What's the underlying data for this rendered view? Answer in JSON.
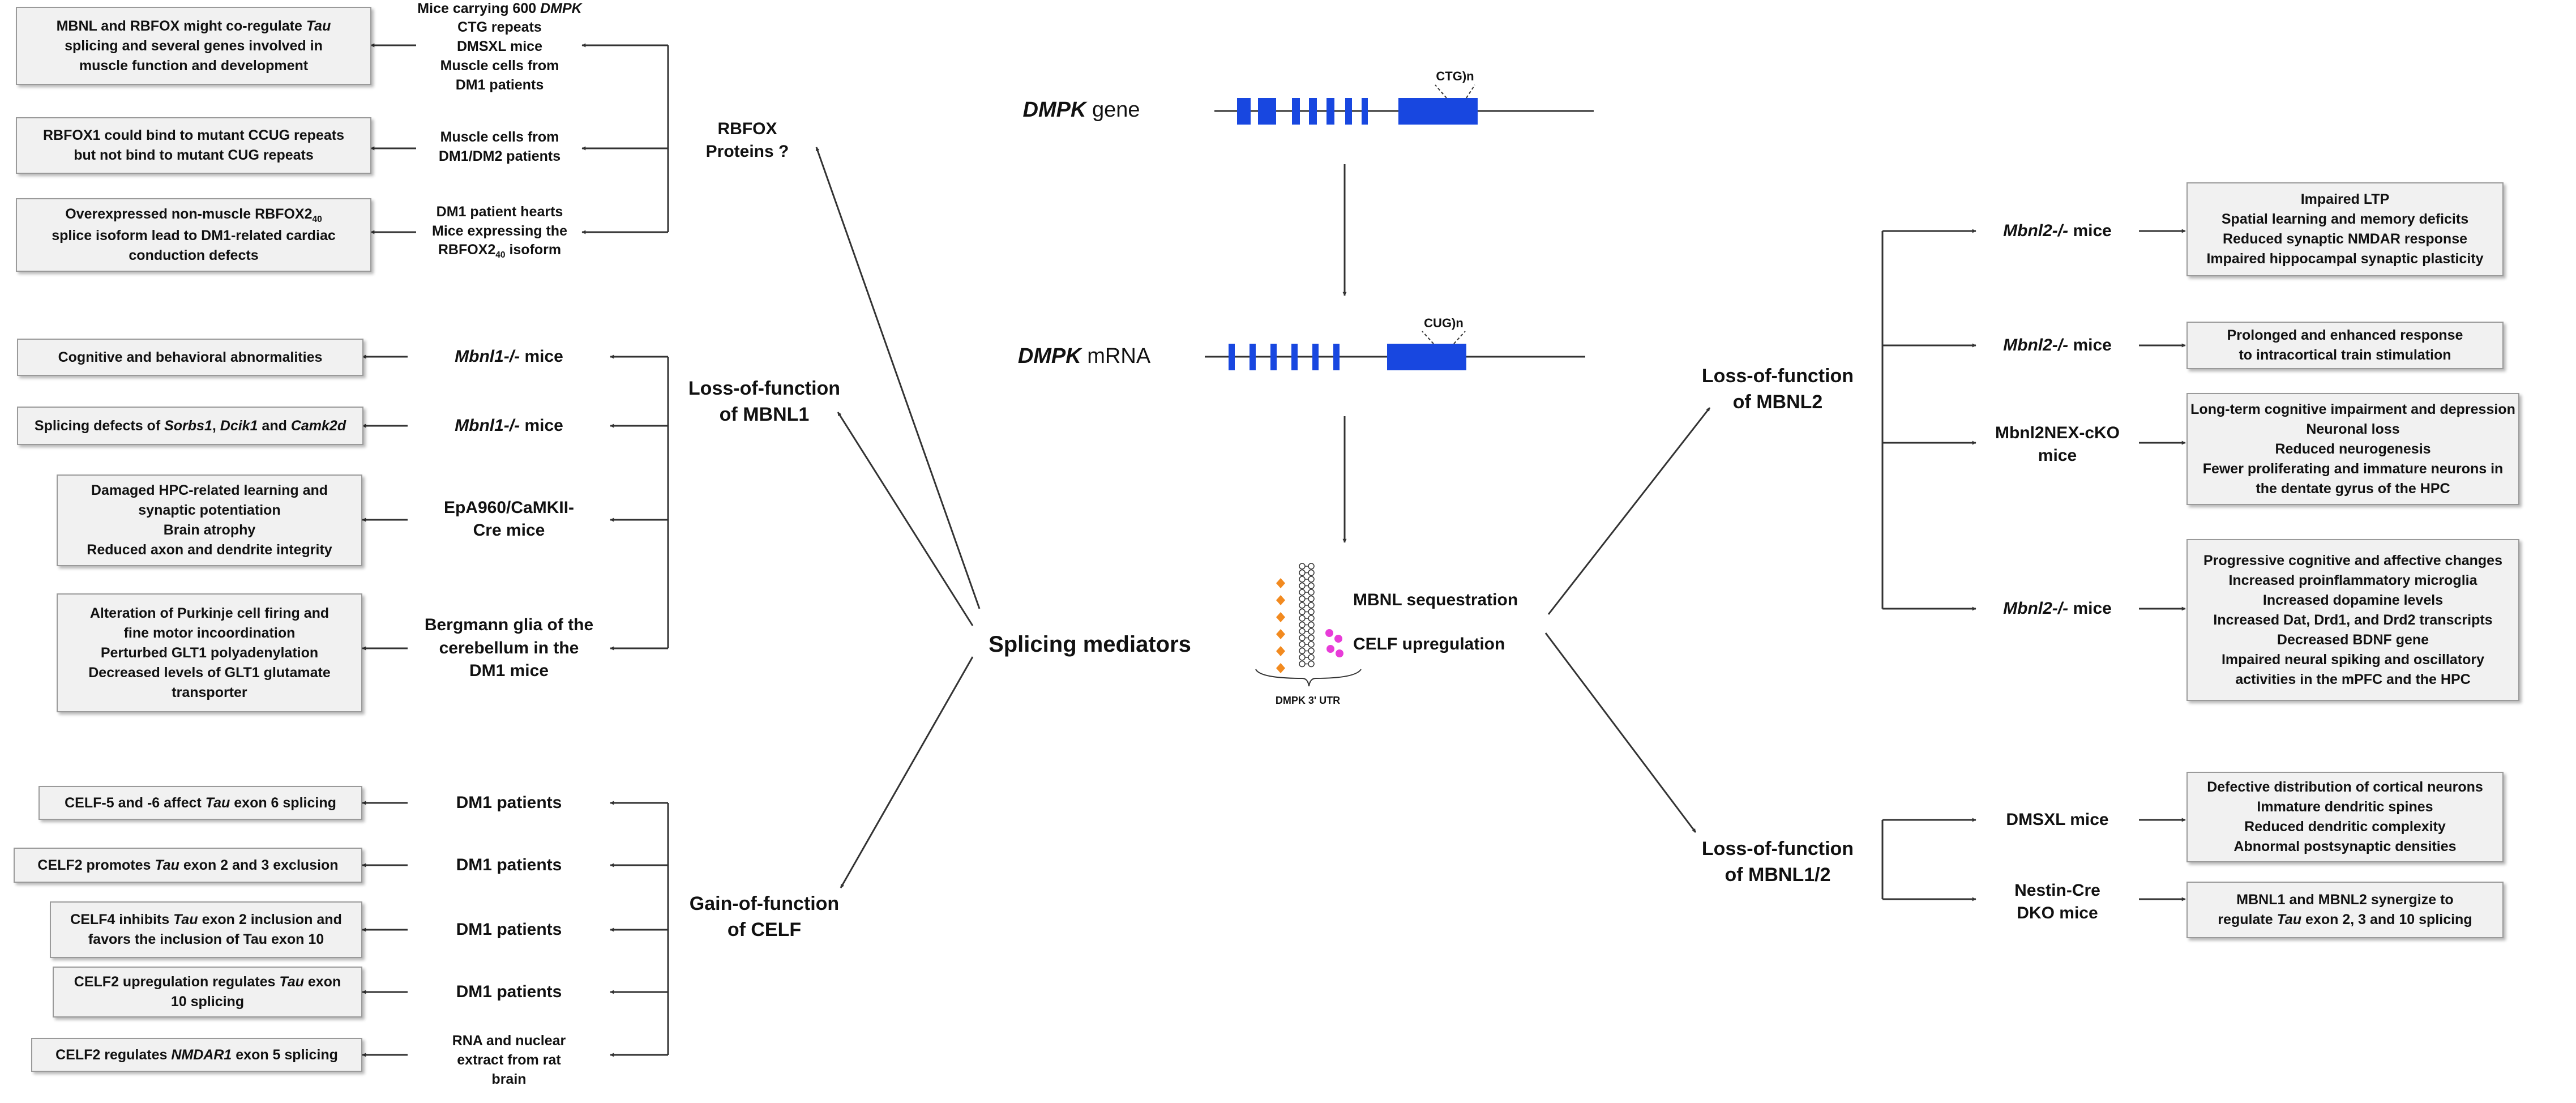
{
  "center": {
    "splicing_mediators": "Splicing mediators",
    "dmpk_gene": {
      "italic": "DMPK",
      "rest": " gene"
    },
    "dmpk_mrna": {
      "italic": "DMPK",
      "rest": " mRNA"
    },
    "ctg_repeat": "CTG)n",
    "cug_repeat": "CUG)n",
    "mbnl_sequestration": "MBNL sequestration",
    "celf_upregulation": "CELF upregulation",
    "utr_label": "DMPK 3' UTR"
  },
  "categories": {
    "rbfox": [
      "RBFOX",
      "Proteins ?"
    ],
    "mbnl1": [
      "Loss-of-function",
      "of MBNL1"
    ],
    "celf": [
      "Gain-of-function",
      "of CELF"
    ],
    "mbnl2": [
      "Loss-of-function",
      "of MBNL2"
    ],
    "mbnl12": [
      "Loss-of-function",
      "of MBNL1/2"
    ]
  },
  "rbfox_rows": [
    {
      "model": [
        "Mice carrying 600 <i>DMPK</i>",
        "CTG repeats",
        "DMSXL mice",
        "Muscle cells from",
        "DM1 patients"
      ],
      "finding": [
        "MBNL and RBFOX might co-regulate <i>Tau</i>",
        "splicing and several genes involved in",
        "muscle function and development"
      ]
    },
    {
      "model": [
        "Muscle cells from",
        "DM1/DM2 patients"
      ],
      "finding": [
        "RBFOX1 could bind to mutant CCUG repeats",
        "but not bind to mutant CUG repeats"
      ]
    },
    {
      "model": [
        "DM1 patient hearts",
        "Mice expressing the",
        "RBFOX2<sub>40</sub> isoform"
      ],
      "finding": [
        "Overexpressed non-muscle RBFOX2<sub>40</sub>",
        "splice isoform lead to DM1-related cardiac",
        "conduction defects"
      ]
    }
  ],
  "mbnl1_rows": [
    {
      "model": [
        "<i>Mbnl1-/-</i> mice"
      ],
      "finding": [
        "Cognitive and behavioral abnormalities"
      ]
    },
    {
      "model": [
        "<i>Mbnl1-/-</i> mice"
      ],
      "finding": [
        "Splicing defects of <i>Sorbs1</i>, <i>Dcik1</i> and <i>Camk2d</i>"
      ]
    },
    {
      "model": [
        "EpA960/CaMKII-",
        "Cre mice"
      ],
      "finding": [
        "Damaged HPC-related learning and",
        "synaptic potentiation",
        "Brain atrophy",
        "Reduced axon and dendrite integrity"
      ]
    },
    {
      "model": [
        "Bergmann glia of the",
        "cerebellum in the",
        "DM1 mice"
      ],
      "finding": [
        "Alteration of Purkinje cell firing and",
        "fine motor incoordination",
        "Perturbed GLT1 polyadenylation",
        "Decreased levels of GLT1 glutamate",
        "transporter"
      ]
    }
  ],
  "celf_rows": [
    {
      "model": [
        "DM1 patients"
      ],
      "finding": [
        "CELF-5 and -6 affect <i>Tau</i> exon 6 splicing"
      ]
    },
    {
      "model": [
        "DM1 patients"
      ],
      "finding": [
        "CELF2 promotes <i>Tau</i> exon 2 and 3 exclusion"
      ]
    },
    {
      "model": [
        "DM1 patients"
      ],
      "finding": [
        "CELF4 inhibits <i>Tau</i> exon 2 inclusion and",
        "favors the inclusion of Tau exon 10"
      ]
    },
    {
      "model": [
        "DM1 patients"
      ],
      "finding": [
        "CELF2 upregulation regulates <i>Tau</i> exon",
        "10 splicing"
      ]
    },
    {
      "model": [
        "RNA and nuclear",
        "extract from rat",
        "brain"
      ],
      "finding": [
        "CELF2 regulates <i>NMDAR1</i> exon 5 splicing"
      ]
    }
  ],
  "mbnl2_rows": [
    {
      "model": [
        "<i>Mbnl2-/-</i> mice"
      ],
      "finding": [
        "Impaired LTP",
        "Spatial learning and memory deficits",
        "Reduced synaptic NMDAR response",
        "Impaired hippocampal synaptic plasticity"
      ]
    },
    {
      "model": [
        "<i>Mbnl2-/-</i> mice"
      ],
      "finding": [
        "Prolonged and enhanced response",
        "to intracortical train stimulation"
      ]
    },
    {
      "model": [
        "Mbnl2NEX-cKO",
        "mice"
      ],
      "finding": [
        "Long-term cognitive impairment and depression",
        "Neuronal loss",
        "Reduced neurogenesis",
        "Fewer proliferating and immature neurons in",
        "the dentate gyrus of the HPC"
      ]
    },
    {
      "model": [
        "<i>Mbnl2-/-</i> mice"
      ],
      "finding": [
        "Progressive cognitive and affective changes",
        "Increased proinflammatory microglia",
        "Increased dopamine levels",
        "Increased Dat, Drd1, and Drd2 transcripts",
        "Decreased BDNF gene",
        "Impaired neural spiking and oscillatory",
        "activities in the mPFC and the HPC"
      ]
    }
  ],
  "mbnl12_rows": [
    {
      "model": [
        "DMSXL mice"
      ],
      "finding": [
        "Defective distribution of cortical neurons",
        "Immature dendritic spines",
        "Reduced dendritic complexity",
        "Abnormal postsynaptic densities"
      ]
    },
    {
      "model": [
        "Nestin-Cre",
        "DKO mice"
      ],
      "finding": [
        "MBNL1 and MBNL2 synergize to",
        "regulate <i>Tau</i> exon 2, 3 and 10 splicing"
      ]
    }
  ],
  "colors": {
    "exon": "#1847e0",
    "box_fill": "#f1f1f1",
    "box_border": "#9a9a9a",
    "orange": "#f28a1f",
    "magenta": "#e83cd8",
    "line": "#333333"
  }
}
